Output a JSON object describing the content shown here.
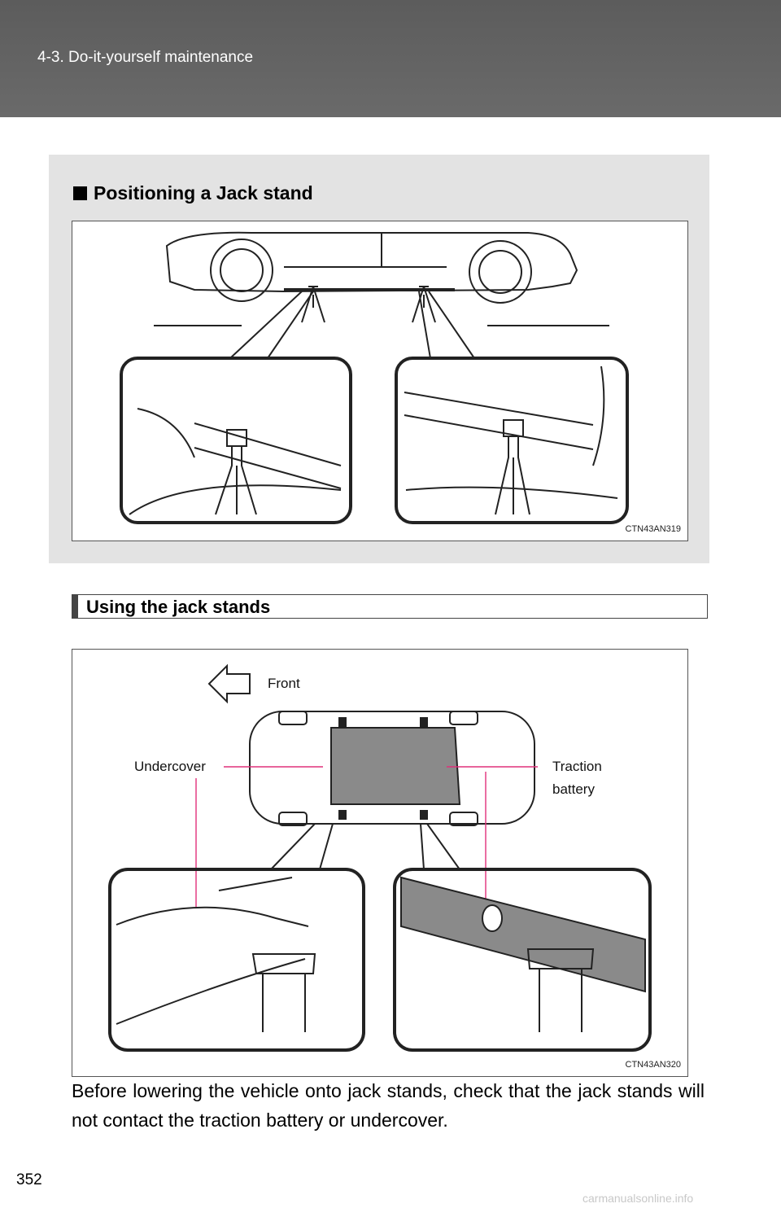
{
  "header": {
    "section": "4-3. Do-it-yourself maintenance"
  },
  "box": {
    "title": "Positioning a Jack stand",
    "figure_code": "CTN43AN319"
  },
  "subsection": {
    "title": "Using the jack stands"
  },
  "figure2": {
    "code": "CTN43AN320",
    "labels": {
      "front": "Front",
      "undercover": "Undercover",
      "traction_line1": "Traction",
      "traction_line2": "battery"
    }
  },
  "body": {
    "text": "Before lowering the vehicle onto jack stands, check that the jack stands will not contact the traction battery or undercover."
  },
  "page_number": "352",
  "watermark": "carmanualsonline.info"
}
